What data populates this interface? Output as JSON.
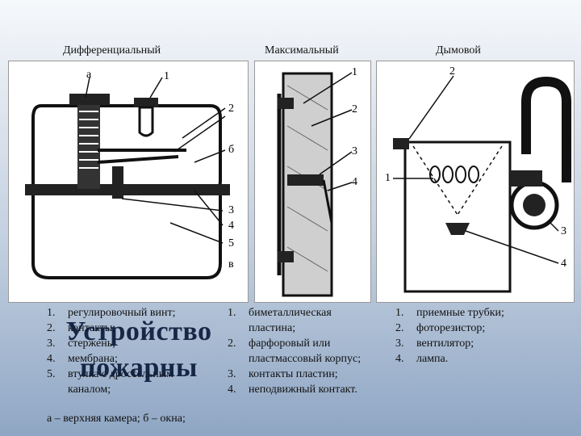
{
  "headers": {
    "differential": "Дифференциальный",
    "maximal": "Максимальный",
    "smoke": "Дымовой"
  },
  "diagram_labels": {
    "diff": [
      "а",
      "1",
      "2",
      "б",
      "3",
      "4",
      "5",
      "в"
    ],
    "max": [
      "1",
      "2",
      "3",
      "4"
    ],
    "smoke": [
      "2",
      "1",
      "3",
      "4"
    ]
  },
  "list_differential": [
    {
      "n": "1.",
      "text": "регулировочный винт;"
    },
    {
      "n": "2.",
      "text": "контакты;"
    },
    {
      "n": "3.",
      "text": "стержень;"
    },
    {
      "n": "4.",
      "text": "мембрана;"
    },
    {
      "n": "5.",
      "text": "втулка с дроссельным"
    },
    {
      "n": "",
      "text": "каналом;"
    }
  ],
  "list_maximal": [
    {
      "n": "1.",
      "text": "биметаллическая"
    },
    {
      "n": "",
      "text": "пластина;"
    },
    {
      "n": "2.",
      "text": "фарфоровый или"
    },
    {
      "n": "",
      "text": "пластмассовый корпус;"
    },
    {
      "n": "3.",
      "text": "контакты пластин;"
    },
    {
      "n": "4.",
      "text": "неподвижный контакт."
    }
  ],
  "list_smoke": [
    {
      "n": "1.",
      "text": "приемные трубки;"
    },
    {
      "n": "2.",
      "text": "фоторезистор;"
    },
    {
      "n": "3.",
      "text": "вентилятор;"
    },
    {
      "n": "4.",
      "text": "лампа."
    }
  ],
  "overlay_title": "Устройство пожарны",
  "caption": "а – верхняя камера; б – окна;"
}
